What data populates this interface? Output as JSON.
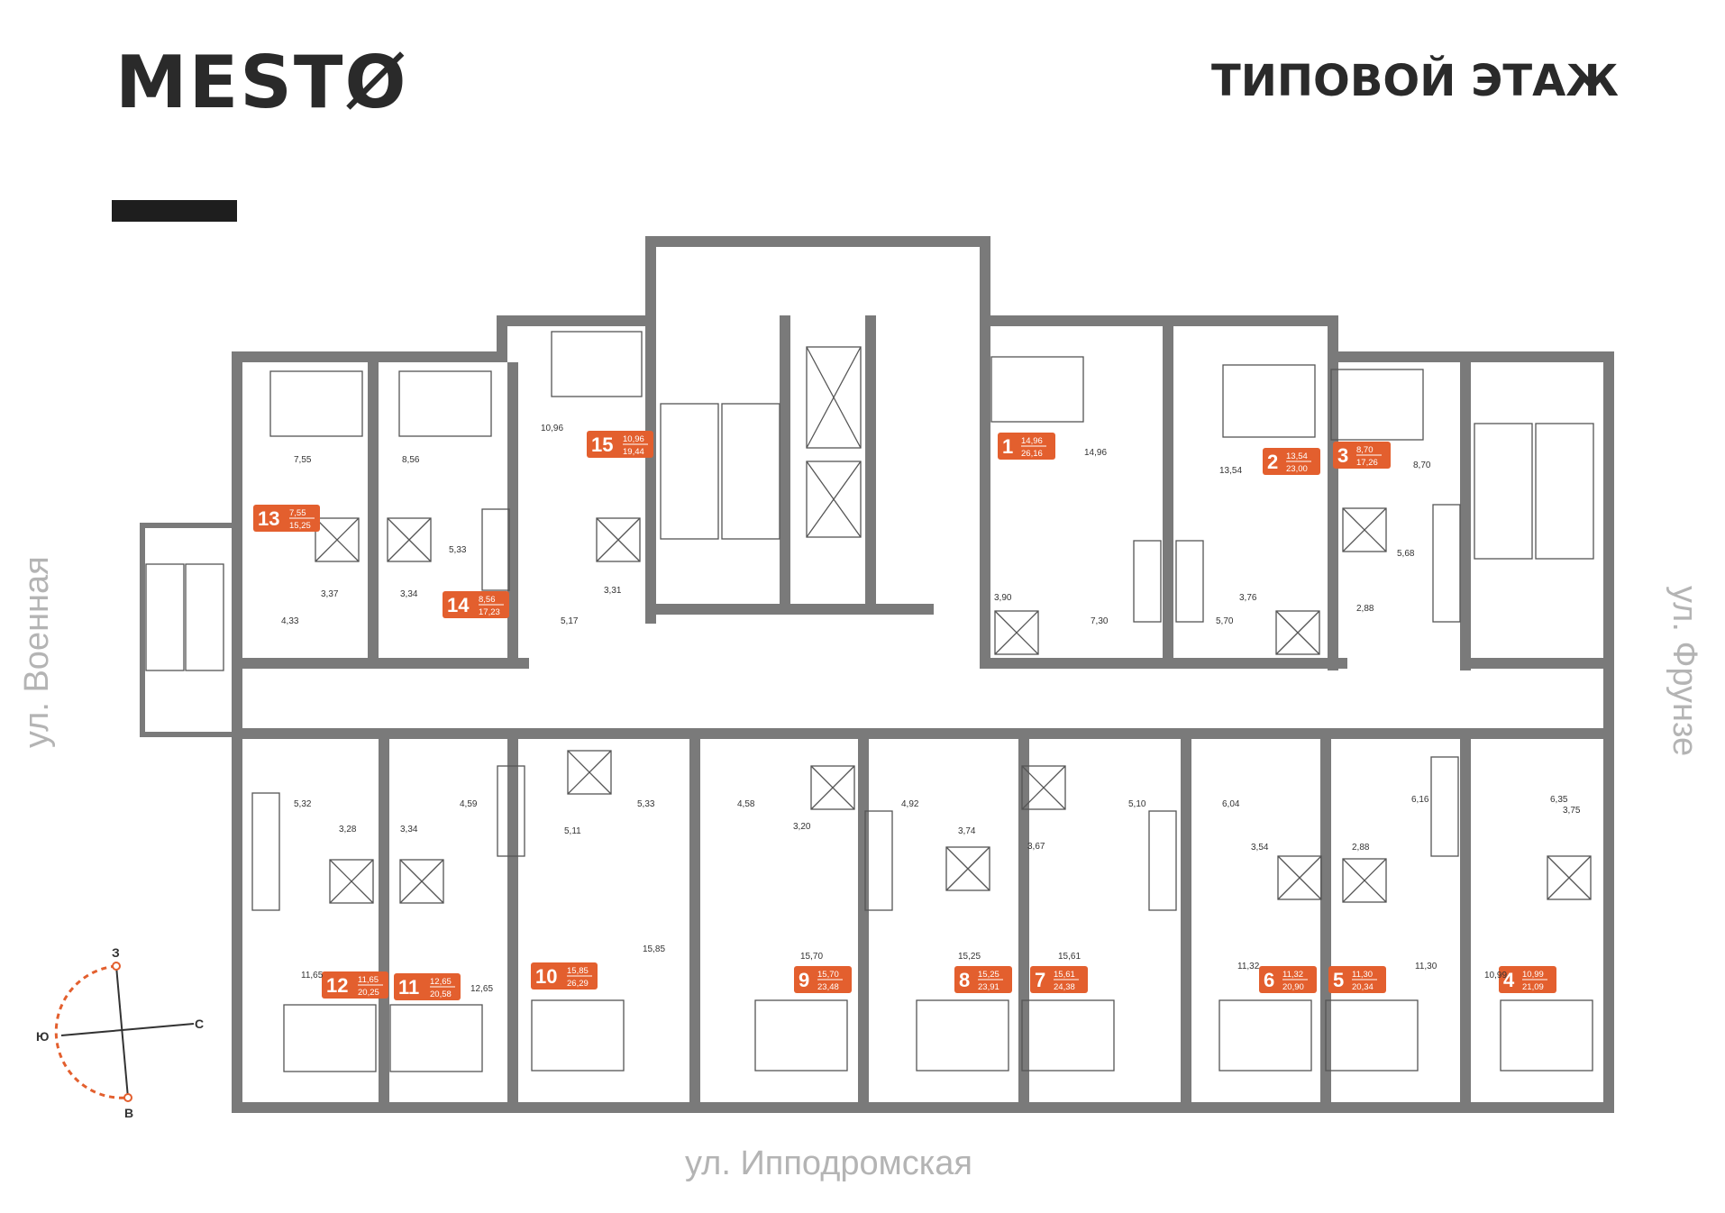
{
  "header": {
    "logo": "MESTØ",
    "title": "ТИПОВОЙ ЭТАЖ"
  },
  "streets": {
    "left": "ул. Военная",
    "right": "ул. Фрунзе",
    "bottom": "ул. Ипподромская"
  },
  "compass": {
    "north": "С",
    "south": "Ю",
    "west": "З",
    "east": "В"
  },
  "colors": {
    "wall": "#7a7a7a",
    "accent": "#e35f2e",
    "ink": "#2a2a2a",
    "street": "#b4b4b4"
  },
  "apartments": [
    {
      "number": "1",
      "living": "14,96",
      "total": "26,16"
    },
    {
      "number": "2",
      "living": "13,54",
      "total": "23,00"
    },
    {
      "number": "3",
      "living": "8,70",
      "total": "17,26"
    },
    {
      "number": "4",
      "living": "10,99",
      "total": "21,09"
    },
    {
      "number": "5",
      "living": "11,30",
      "total": "20,34"
    },
    {
      "number": "6",
      "living": "11,32",
      "total": "20,90"
    },
    {
      "number": "7",
      "living": "15,61",
      "total": "24,38"
    },
    {
      "number": "8",
      "living": "15,25",
      "total": "23,91"
    },
    {
      "number": "9",
      "living": "15,70",
      "total": "23,48"
    },
    {
      "number": "10",
      "living": "15,85",
      "total": "26,29"
    },
    {
      "number": "11",
      "living": "12,65",
      "total": "20,58"
    },
    {
      "number": "12",
      "living": "11,65",
      "total": "20,25"
    },
    {
      "number": "13",
      "living": "7,55",
      "total": "15,25"
    },
    {
      "number": "14",
      "living": "8,56",
      "total": "17,23"
    },
    {
      "number": "15",
      "living": "10,96",
      "total": "19,44"
    }
  ],
  "room_areas": [
    "10,96",
    "7,55",
    "8,56",
    "5,33",
    "3,37",
    "3,34",
    "4,33",
    "3,31",
    "5,17",
    "14,96",
    "3,90",
    "7,30",
    "13,54",
    "8,70",
    "3,76",
    "5,68",
    "2,88",
    "5,70",
    "5,32",
    "3,28",
    "3,34",
    "4,59",
    "11,65",
    "12,65",
    "5,11",
    "5,33",
    "15,85",
    "4,58",
    "3,20",
    "15,70",
    "4,92",
    "3,74",
    "3,67",
    "15,25",
    "5,10",
    "15,61",
    "6,04",
    "3,54",
    "2,88",
    "6,16",
    "11,32",
    "11,30",
    "6,35",
    "3,75",
    "10,99"
  ]
}
